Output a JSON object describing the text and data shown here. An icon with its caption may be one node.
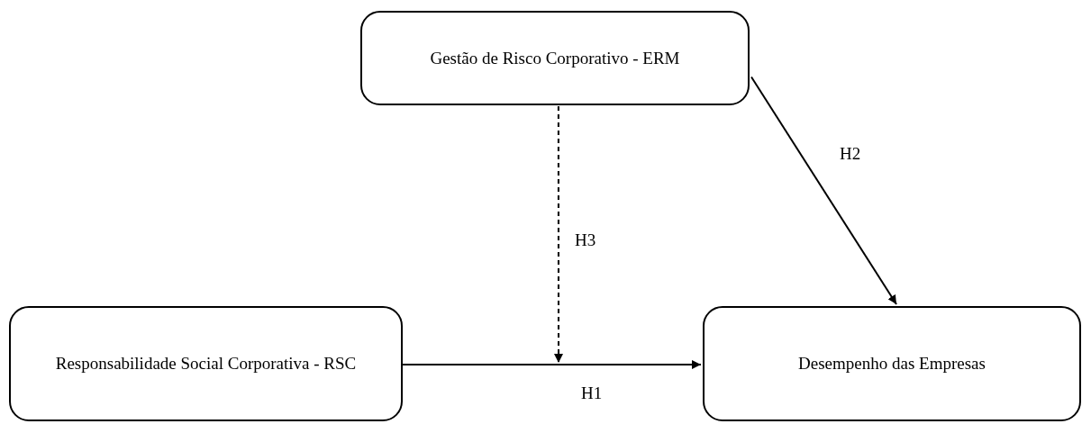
{
  "diagram": {
    "nodes": [
      {
        "text": [
          "Gestão de Risco Corporativo - ERM"
        ]
      },
      {
        "text": [
          "Responsabilidade Social Corporativa - RSC"
        ]
      },
      {
        "text": [
          "Desempenho das Empresas"
        ]
      }
    ],
    "edges": [
      {
        "from": 1,
        "to": 2,
        "arrow": "to",
        "label": "H1"
      },
      {
        "from": 0,
        "to": 2,
        "arrow": "to",
        "label": "H2"
      },
      {
        "from": 0,
        "to": null,
        "arrow": "to",
        "label": "H3",
        "style": "dashed"
      }
    ]
  }
}
